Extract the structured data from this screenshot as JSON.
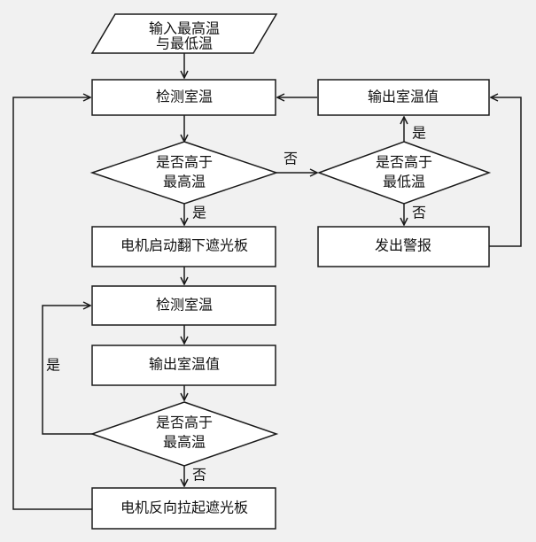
{
  "nodes": {
    "input": [
      "输入最高温",
      "与最低温"
    ],
    "detect_1": "检测室温",
    "decision_high_1": [
      "是否高于",
      "最高温"
    ],
    "action_flip_down": "电机启动翻下遮光板",
    "detect_2": "检测室温",
    "output_temp_2": "输出室温值",
    "decision_high_2": [
      "是否高于",
      "最高温"
    ],
    "action_reverse": "电机反向拉起遮光板",
    "output_temp_right": "输出室温值",
    "decision_low": [
      "是否高于",
      "最低温"
    ],
    "alarm": "发出警报"
  },
  "edge_labels": {
    "high1_yes": "是",
    "high1_no": "否",
    "low_yes": "是",
    "low_no": "否",
    "loop_yes": "是",
    "high2_no": "否"
  },
  "colors": {
    "background": "#f1f1f1",
    "box_fill": "#ffffff",
    "stroke": "#1a1a1a"
  }
}
